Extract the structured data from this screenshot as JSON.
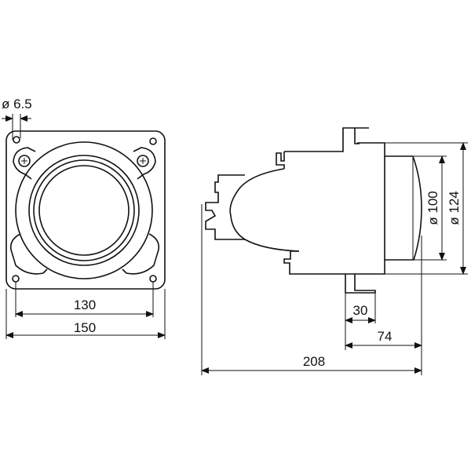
{
  "front_view": {
    "hole_diameter_label": "ø 6.5",
    "hole_spacing_label": "130",
    "plate_width_label": "150"
  },
  "side_view": {
    "lens_diameter_label": "ø 100",
    "bezel_diameter_label": "ø 124",
    "bracket_depth_label": "30",
    "front_depth_label": "74",
    "total_depth_label": "208"
  }
}
